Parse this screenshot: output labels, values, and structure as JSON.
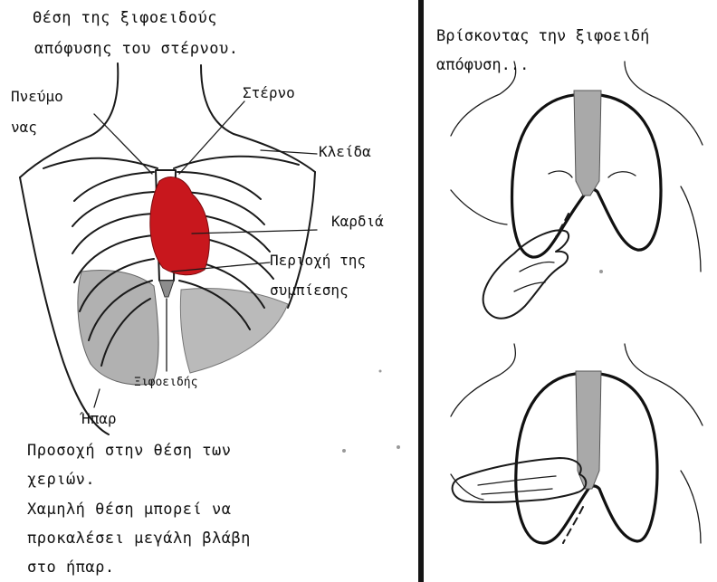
{
  "left_panel": {
    "title": [
      "Θέση της ξιφοειδούς",
      "απόφυσης του στέρνου."
    ],
    "labels": {
      "lung": [
        "Πνεύμο",
        "νας"
      ],
      "sternum": "Στέρνο",
      "clavicle": "Κλείδα",
      "heart": "Καρδιά",
      "compression_area": [
        "Περιοχή της",
        "συμπίεσης"
      ],
      "xiphoid": "Ξιφοειδής",
      "liver": "Ήπαρ"
    },
    "note": [
      "Προσοχή στην θέση των",
      "χεριών.",
      "Χαμηλή θέση μπορεί να",
      "προκαλέσει μεγάλη βλάβη",
      "στο ήπαρ."
    ]
  },
  "right_panel": {
    "caption": [
      "Βρίσκοντας την ξιφοειδή",
      "απόφυση..."
    ]
  },
  "colors": {
    "heart": "#c8171d",
    "shading": "#a9a9a9",
    "ink": "#111111"
  }
}
